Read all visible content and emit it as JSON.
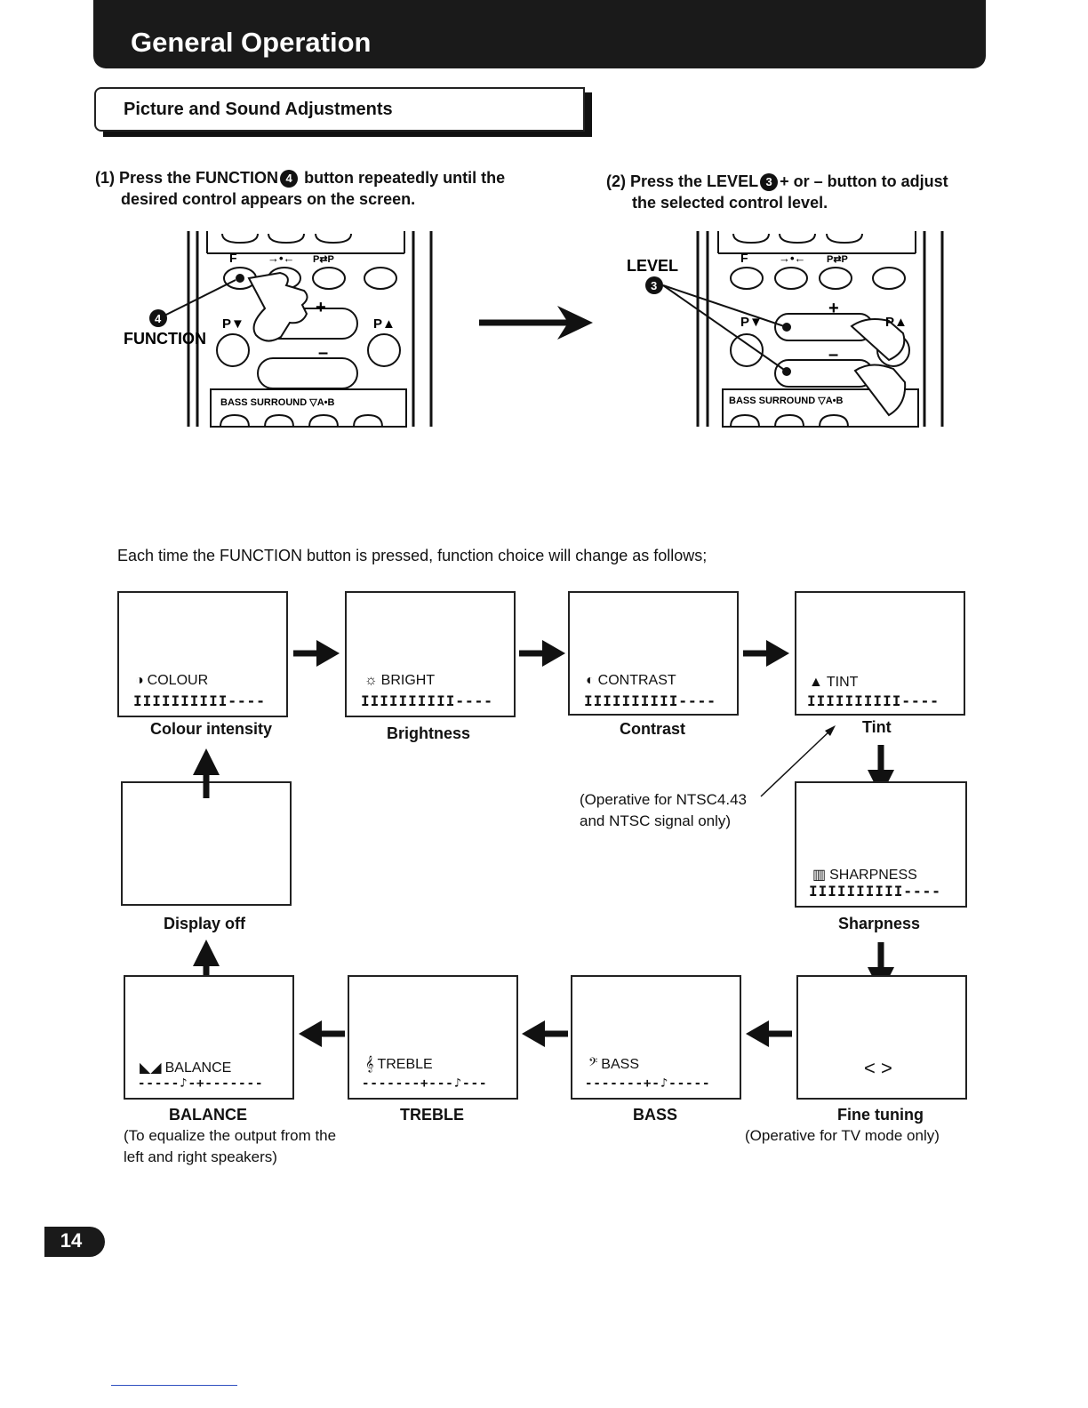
{
  "header": {
    "title": "General Operation"
  },
  "section": {
    "title": "Picture and Sound Adjustments"
  },
  "steps": [
    {
      "number": "(1)",
      "line1_a": "Press the FUNCTION",
      "badge": "4",
      "line1_b": "button repeatedly until the",
      "line2": "desired control appears on the screen."
    },
    {
      "number": "(2)",
      "line1_a": "Press the LEVEL",
      "badge": "3",
      "line1_b": "+ or  – button to adjust",
      "line2": "the selected control level."
    }
  ],
  "remote_left": {
    "callout_label": "FUNCTION",
    "callout_badge": "4",
    "top_labels": [
      "F",
      "→•←",
      "P⇄P"
    ],
    "pdown": "P▼",
    "pup": "P▲",
    "bottom_labels": "BASS  SURROUND ▽A•B"
  },
  "remote_right": {
    "callout_label": "LEVEL",
    "callout_badge": "3",
    "top_labels": [
      "F",
      "→•←",
      "P⇄P"
    ],
    "pdown": "P▼",
    "pup": "P▲",
    "bottom_labels": "BASS  SURROUND ▽A•B"
  },
  "sequence_caption": "Each time the FUNCTION button is pressed, function choice will change as follows;",
  "screens": {
    "colour": {
      "label": "COLOUR",
      "icon": "colour-icon",
      "bar": "IIIIIIIIII----",
      "caption": "Colour intensity"
    },
    "bright": {
      "label": "BRIGHT",
      "icon": "sun-icon",
      "bar": "IIIIIIIIII----",
      "caption": "Brightness"
    },
    "contrast": {
      "label": "CONTRAST",
      "icon": "contrast-icon",
      "bar": "IIIIIIIIII----",
      "caption": "Contrast"
    },
    "tint": {
      "label": "TINT",
      "icon": "tint-icon",
      "bar": "IIIIIIIIII----",
      "caption": "Tint"
    },
    "sharpness": {
      "label": "SHARPNESS",
      "icon": "sharpness-icon",
      "bar": "IIIIIIIIII----",
      "caption": "Sharpness"
    },
    "fine_tuning": {
      "label": "< >",
      "caption": "Fine tuning",
      "note": "(Operative for TV mode only)"
    },
    "bass": {
      "label": "BASS",
      "icon": "bass-clef-icon",
      "bar": "-------+-♪-----",
      "caption": "BASS"
    },
    "treble": {
      "label": "TREBLE",
      "icon": "treble-clef-icon",
      "bar": "-------+---♪---",
      "caption": "TREBLE"
    },
    "balance": {
      "label": "BALANCE",
      "icon": "balance-icon",
      "bar": "-----♪-+-------",
      "caption": "BALANCE",
      "note_line1": "(To equalize the output from the",
      "note_line2": "left and right speakers)"
    },
    "display_off": {
      "caption": "Display off"
    }
  },
  "tint_note": {
    "line1": "(Operative for NTSC4.43",
    "line2": "and NTSC signal only)"
  },
  "page_number": "14"
}
